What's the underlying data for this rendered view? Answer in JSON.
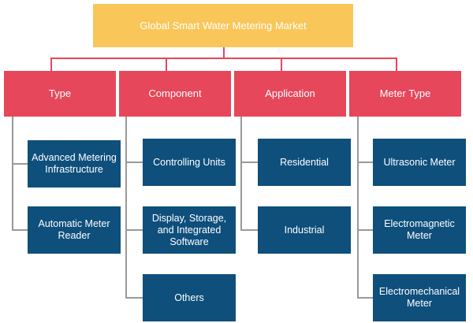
{
  "title": "Global Smart Water Metering Market",
  "categories": [
    {
      "label": "Type",
      "items": [
        "Advanced Metering Infrastructure",
        "Automatic Meter Reader"
      ]
    },
    {
      "label": "Component",
      "items": [
        "Controlling Units",
        "Display, Storage, and Integrated Software",
        "Others"
      ]
    },
    {
      "label": "Application",
      "items": [
        "Residential",
        "Industrial"
      ]
    },
    {
      "label": "Meter Type",
      "items": [
        "Ultrasonic Meter",
        "Electromagnetic Meter",
        "Electromechanical Meter"
      ]
    }
  ],
  "colors": {
    "root": "#f9c759",
    "category": "#e6475b",
    "leaf": "#0e4f7c",
    "connector_top": "#e6475b",
    "connector_leaf": "#999999"
  }
}
